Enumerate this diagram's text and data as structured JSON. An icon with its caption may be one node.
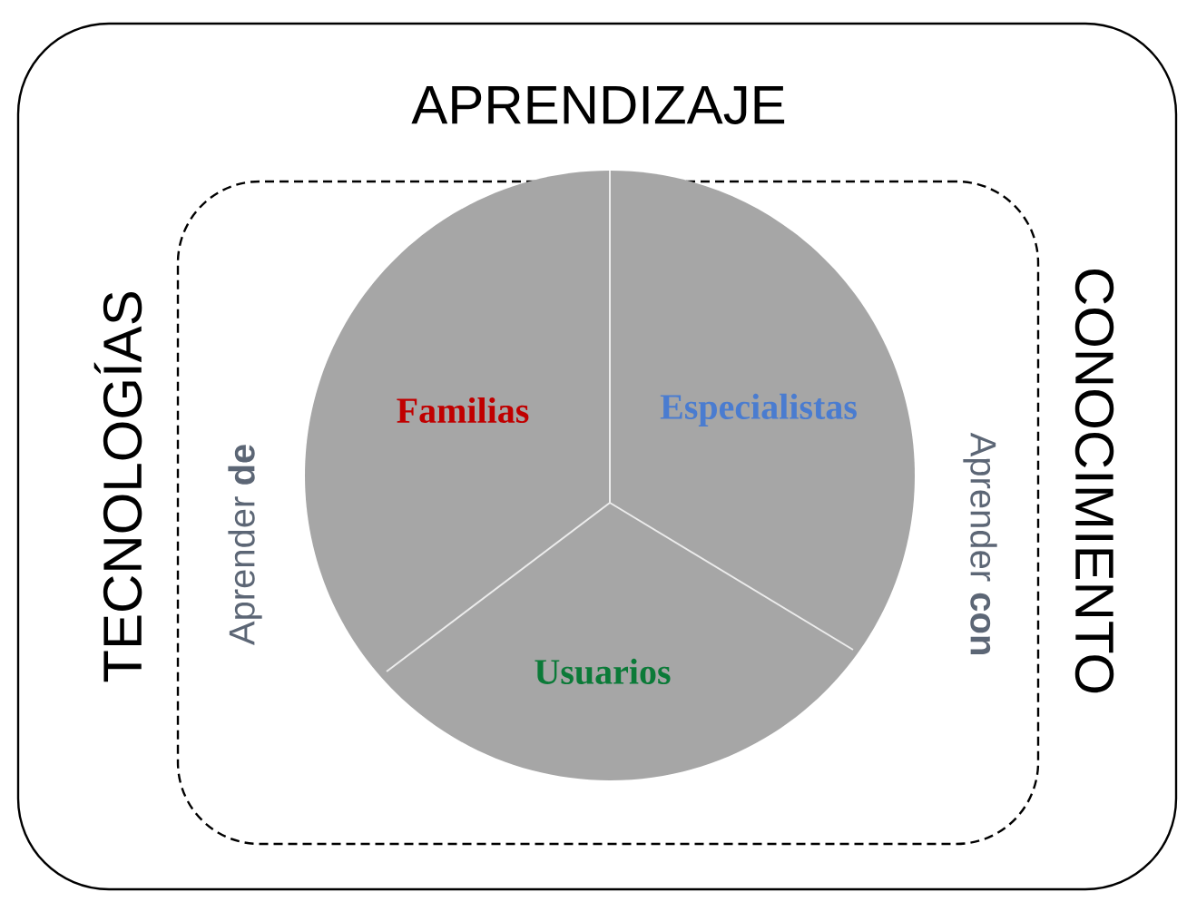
{
  "diagram": {
    "nodes": [
      {
        "text": [
          "APRENDIZAJE",
          "TECNOLOGÍAS",
          "CONOCIMIENTO"
        ]
      },
      {
        "text": [
          "Aprender **de**",
          "Aprender **con**"
        ],
        "in": 0
      },
      {
        "text": [],
        "shape": "circle",
        "in": 1
      },
      {
        "text": [
          "Familias"
        ],
        "in": 2
      },
      {
        "text": [
          "Especialistas"
        ],
        "in": 2
      },
      {
        "text": [
          "Usuarios"
        ],
        "in": 2
      }
    ],
    "edges": []
  }
}
